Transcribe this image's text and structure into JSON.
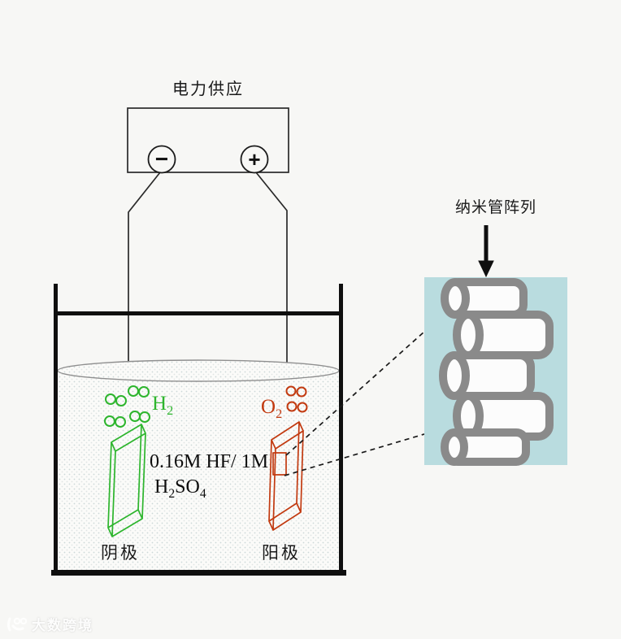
{
  "colors": {
    "background": "#f7f7f5",
    "cathode_green": "#2db52d",
    "anode_red": "#c23a10",
    "tube_gray": "#8a8a8a",
    "panel_blue": "#b9dcdf",
    "line_black": "#1a1a1a"
  },
  "power_supply": {
    "label": "电力供应",
    "minus_symbol": "−",
    "plus_symbol": "+"
  },
  "nanotube_panel": {
    "label": "纳米管阵列"
  },
  "beaker": {
    "cathode_label": "阴极",
    "anode_label": "阳极",
    "electrolyte_line1": "0.16M HF/ 1M",
    "electrolyte_formula": {
      "t1": "H",
      "s1": "2",
      "t2": "SO",
      "s2": "4"
    },
    "h2_label": {
      "t": "H",
      "s": "2"
    },
    "o2_label": {
      "t": "O",
      "s": "2"
    }
  },
  "watermark": {
    "text": "大数跨境"
  }
}
